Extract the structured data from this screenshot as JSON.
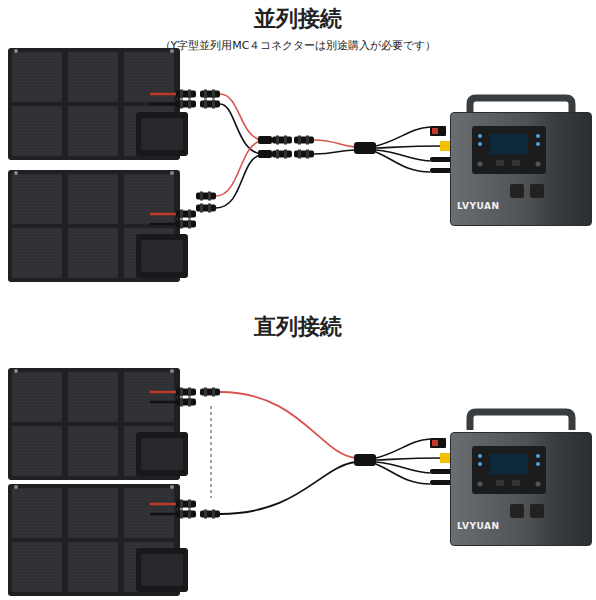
{
  "diagram": {
    "nodes": [
      {
        "text": [
          "LVYUAN"
        ]
      },
      {
        "text": [
          "LVYUAN"
        ]
      }
    ],
    "labels": [
      "並列接続",
      "（Y字型並列用MC４コネクターは別途購入が必要です）",
      "直列接続"
    ]
  }
}
